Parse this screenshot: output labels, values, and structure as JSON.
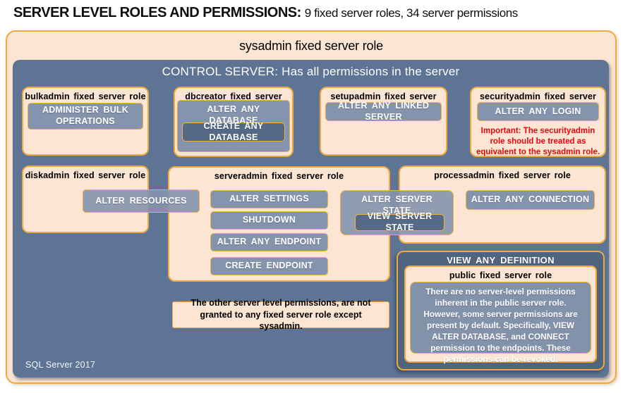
{
  "header": {
    "title_bold": "SERVER LEVEL ROLES AND PERMISSIONS:",
    "title_rest": "9 fixed server roles, 34 server permissions"
  },
  "sysadmin": {
    "label": "sysadmin fixed server role"
  },
  "control": {
    "label": "CONTROL SERVER: Has all permissions in the server",
    "footer": "SQL Server 2017"
  },
  "roles": {
    "bulkadmin": {
      "title": "bulkadmin fixed server role",
      "perm": "ADMINISTER BULK OPERATIONS"
    },
    "dbcreator": {
      "title": "dbcreator fixed server role",
      "perm_outer": "ALTER ANY DATABASE",
      "perm_inner": "CREATE ANY DATABASE"
    },
    "setupadmin": {
      "title": "setupadmin fixed server role",
      "perm": "ALTER ANY LINKED SERVER"
    },
    "securityadmin": {
      "title": "securityadmin fixed server role",
      "perm": "ALTER ANY LOGIN",
      "note": "Important: The securityadmin role should be treated as equivalent to the sysadmin role."
    },
    "diskadmin": {
      "title": "diskadmin fixed server role",
      "perm": "ALTER RESOURCES"
    },
    "serveradmin": {
      "title": "serveradmin fixed server role",
      "perms": [
        "ALTER SETTINGS",
        "SHUTDOWN",
        "ALTER ANY ENDPOINT",
        "CREATE ENDPOINT"
      ],
      "perm_outer": "ALTER SERVER STATE",
      "perm_inner": "VIEW SERVER STATE"
    },
    "processadmin": {
      "title": "processadmin fixed server role",
      "perm": "ALTER ANY CONNECTION"
    },
    "public": {
      "container_label": "VIEW ANY DEFINITION",
      "title": "public fixed server role",
      "body": "There are no server-level permissions inherent in the public server role. However, some server permissions are present by default. Specifically, VIEW ALTER DATABASE, and CONNECT permission to the endpoints. These permissions can be revoked."
    }
  },
  "note": "The other server level permissions, are not granted to any fixed server role except sysadmin.",
  "colors": {
    "peach_fill": "#fce5d2",
    "gold_border": "#f0a93c",
    "control_slate": "#5d7495",
    "permission_light": "#8594ad",
    "permission_dark": "#566a88",
    "view_any_definition_slate": "#50647f",
    "public_inner_slate": "#8392ab",
    "important_red": "#e80510"
  }
}
